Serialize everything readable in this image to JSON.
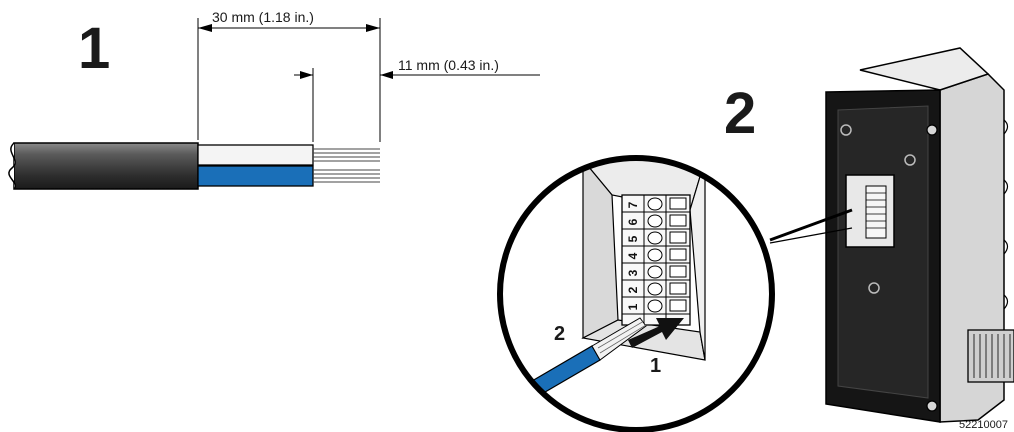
{
  "step_labels": {
    "step1": "1",
    "step2": "2"
  },
  "dimensions": {
    "dim_strip_outer": "30 mm (1.18 in.)",
    "dim_strip_inner": "11 mm (0.43 in.)"
  },
  "detail_labels": {
    "wire_label": "2",
    "arrow_label": "1"
  },
  "terminal_numbers": [
    "1",
    "2",
    "3",
    "4",
    "5",
    "6",
    "7"
  ],
  "figure_code": "52210007",
  "colors": {
    "wire_blue": "#1a6fb8",
    "sheath_dark": "#3a3a3a",
    "housing_black": "#111111",
    "housing_grey": "#d9d9d9"
  }
}
